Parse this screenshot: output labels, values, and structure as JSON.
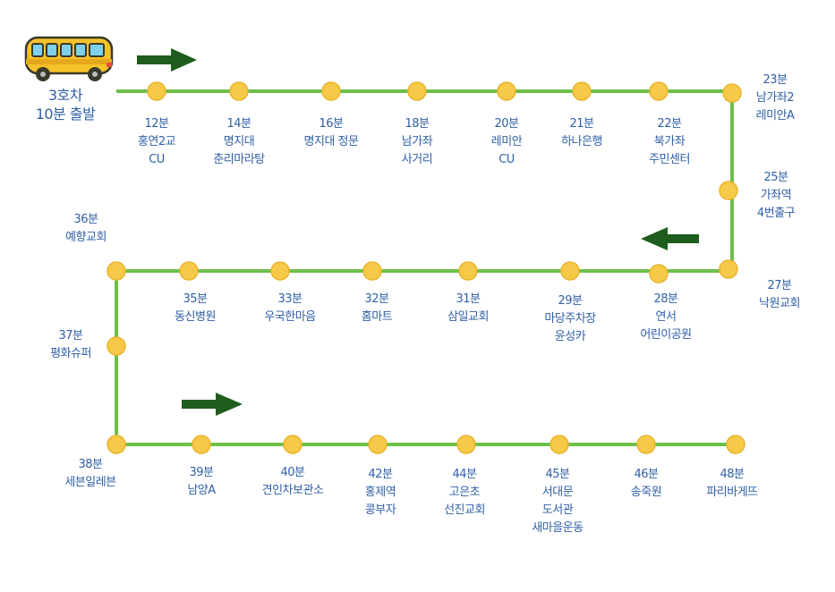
{
  "bus": {
    "title": "3호차",
    "subtitle": "10분 출발"
  },
  "colors": {
    "line": "#6cc04a",
    "stop": "#f7c948",
    "stop_edge": "#e9b52f",
    "arrow": "#1e5d1e",
    "text": "#2f5fa6",
    "bus_body": "#f5c22a"
  },
  "stops": [
    {
      "id": "s12",
      "time": "12분",
      "name": [
        "홍연2교",
        "CU"
      ]
    },
    {
      "id": "s14",
      "time": "14분",
      "name": [
        "명지대",
        "춘리마라탕"
      ]
    },
    {
      "id": "s16",
      "time": "16분",
      "name": [
        "명지대 정문"
      ]
    },
    {
      "id": "s18",
      "time": "18분",
      "name": [
        "남가좌",
        "사거리"
      ]
    },
    {
      "id": "s20",
      "time": "20분",
      "name": [
        "레미안",
        "CU"
      ]
    },
    {
      "id": "s21",
      "time": "21분",
      "name": [
        "하나은행"
      ]
    },
    {
      "id": "s22",
      "time": "22분",
      "name": [
        "북가좌",
        "주민센터"
      ]
    },
    {
      "id": "s23",
      "time": "23분",
      "name": [
        "남가좌2",
        "레미안A"
      ]
    },
    {
      "id": "s25",
      "time": "25분",
      "name": [
        "가좌역",
        "4번출구"
      ]
    },
    {
      "id": "s27",
      "time": "27분",
      "name": [
        "낙원교회"
      ]
    },
    {
      "id": "s28",
      "time": "28분",
      "name": [
        "연서",
        "어린이공원"
      ]
    },
    {
      "id": "s29",
      "time": "29분",
      "name": [
        "마당주차장",
        "윤성카"
      ]
    },
    {
      "id": "s31",
      "time": "31분",
      "name": [
        "삼일교회"
      ]
    },
    {
      "id": "s32",
      "time": "32분",
      "name": [
        "홈마트"
      ]
    },
    {
      "id": "s33",
      "time": "33분",
      "name": [
        "우국한마음"
      ]
    },
    {
      "id": "s35",
      "time": "35분",
      "name": [
        "동신병원"
      ]
    },
    {
      "id": "s36",
      "time": "36분",
      "name": [
        "예향교회"
      ]
    },
    {
      "id": "s37",
      "time": "37분",
      "name": [
        "평화슈퍼"
      ]
    },
    {
      "id": "s38",
      "time": "38분",
      "name": [
        "세븐일레븐"
      ]
    },
    {
      "id": "s39",
      "time": "39분",
      "name": [
        "남양A"
      ]
    },
    {
      "id": "s40",
      "time": "40분",
      "name": [
        "견인차보관소"
      ]
    },
    {
      "id": "s42",
      "time": "42분",
      "name": [
        "홍제역",
        "콩부자"
      ]
    },
    {
      "id": "s44",
      "time": "44분",
      "name": [
        "고은초",
        "선진교회"
      ]
    },
    {
      "id": "s45",
      "time": "45분",
      "name": [
        "서대문",
        "도서관",
        "새마을운동"
      ]
    },
    {
      "id": "s46",
      "time": "46분",
      "name": [
        "송죽원"
      ]
    },
    {
      "id": "s48",
      "time": "48분",
      "name": [
        "파리바게뜨"
      ]
    }
  ]
}
